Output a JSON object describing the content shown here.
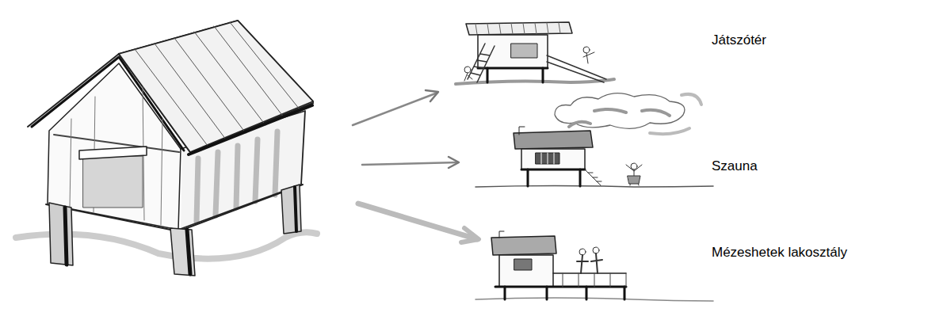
{
  "diagram": {
    "labels": [
      "Játszótér",
      "Szauna",
      "Mézeshetek lakosztály"
    ]
  }
}
